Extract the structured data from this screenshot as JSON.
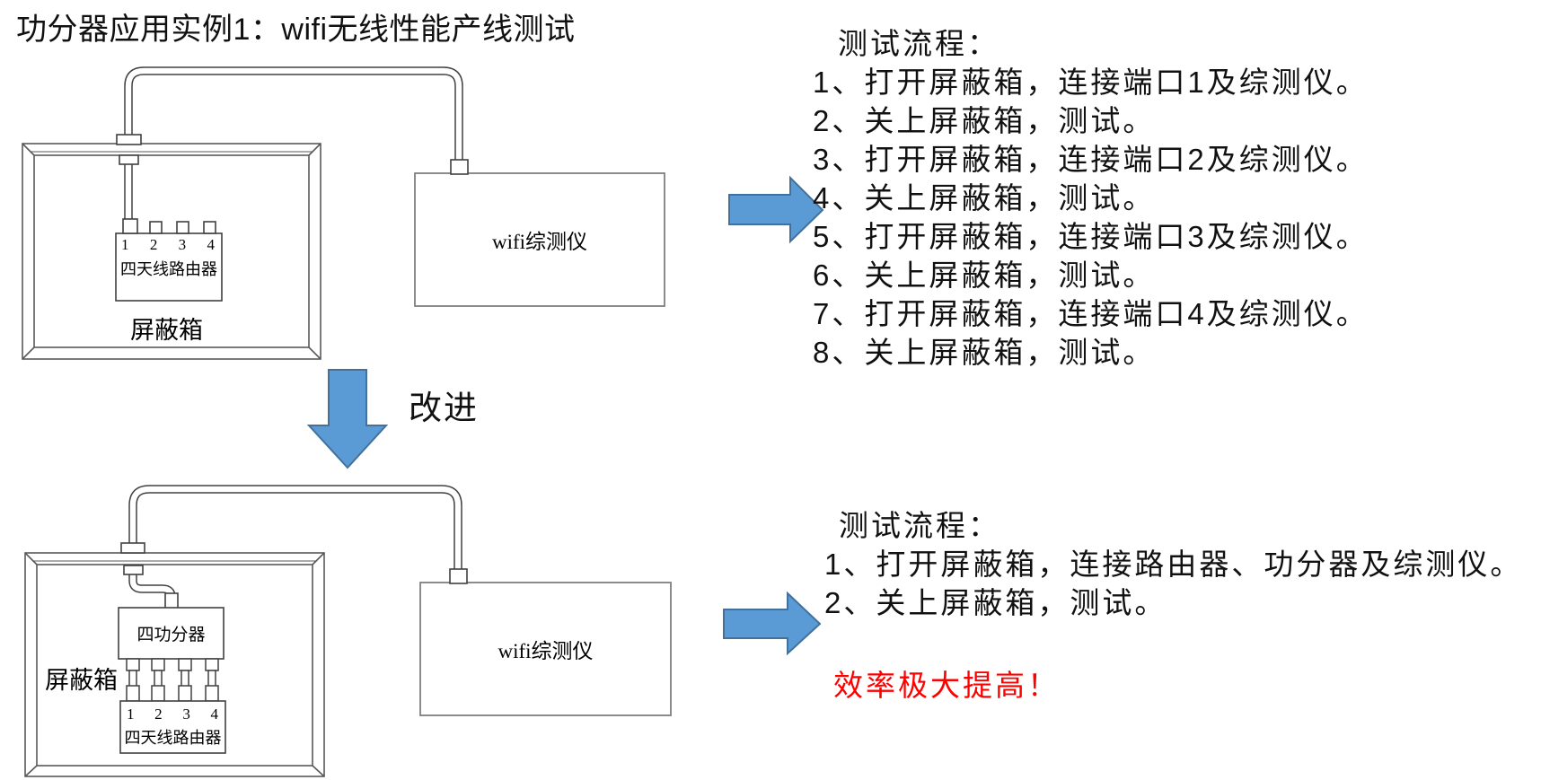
{
  "title": "功分器应用实例1：wifi无线性能产线测试",
  "improvement_label": "改进",
  "colors": {
    "arrow_fill": "#5B9BD5",
    "arrow_stroke": "#41719C",
    "highlight_text": "#FF0000",
    "line_dark": "#404040",
    "box_gray": "#7f7f7f"
  },
  "diagram_before": {
    "shield_box_label": "屏蔽箱",
    "router_label": "四天线路由器",
    "router_ports": [
      "1",
      "2",
      "3",
      "4"
    ],
    "tester_label": "wifi综测仪"
  },
  "procedure_before": {
    "heading": "测试流程：",
    "steps": [
      "1、打开屏蔽箱，连接端口1及综测仪。",
      "2、关上屏蔽箱，测试。",
      "3、打开屏蔽箱，连接端口2及综测仪。",
      "4、关上屏蔽箱，测试。",
      "5、打开屏蔽箱，连接端口3及综测仪。",
      "6、关上屏蔽箱，测试。",
      "7、打开屏蔽箱，连接端口4及综测仪。",
      "8、关上屏蔽箱，测试。"
    ]
  },
  "diagram_after": {
    "shield_box_label": "屏蔽箱",
    "divider_label": "四功分器",
    "router_label": "四天线路由器",
    "router_ports": [
      "1",
      "2",
      "3",
      "4"
    ],
    "tester_label": "wifi综测仪"
  },
  "procedure_after": {
    "heading": "测试流程：",
    "steps": [
      "1、打开屏蔽箱，连接路由器、功分器及综测仪。",
      "2、关上屏蔽箱，测试。"
    ],
    "highlight": "效率极大提高！"
  }
}
